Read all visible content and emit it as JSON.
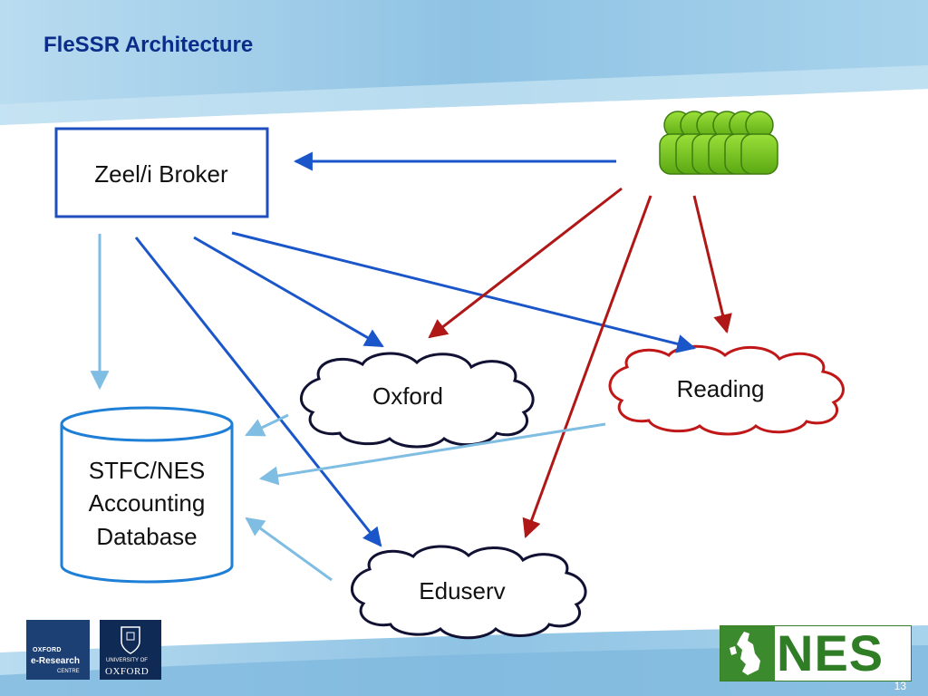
{
  "slide": {
    "title": "FleSSR Architecture",
    "page_number": "13"
  },
  "nodes": {
    "broker": "Zeel/i Broker",
    "database": [
      "STFC/NES",
      "Accounting",
      "Database"
    ],
    "oxford": "Oxford",
    "reading": "Reading",
    "eduserv": "Eduserv",
    "users": "users-group-icon"
  },
  "logos": {
    "oerc": [
      "OXFORD",
      "e-Research",
      "CENTRE"
    ],
    "uox": [
      "UNIVERSITY OF",
      "OXFORD"
    ],
    "nes": "NES"
  },
  "colors": {
    "title": "#0b2d8a",
    "broker_border": "#1f4fbf",
    "blue_arrow": "#1a56c9",
    "light_arrow": "#7fbde3",
    "red_arrow": "#b01818",
    "cloud_dark": "#111133",
    "cloud_red": "#c01818",
    "users": "#7acc1e",
    "band": "#9ccbe6"
  }
}
